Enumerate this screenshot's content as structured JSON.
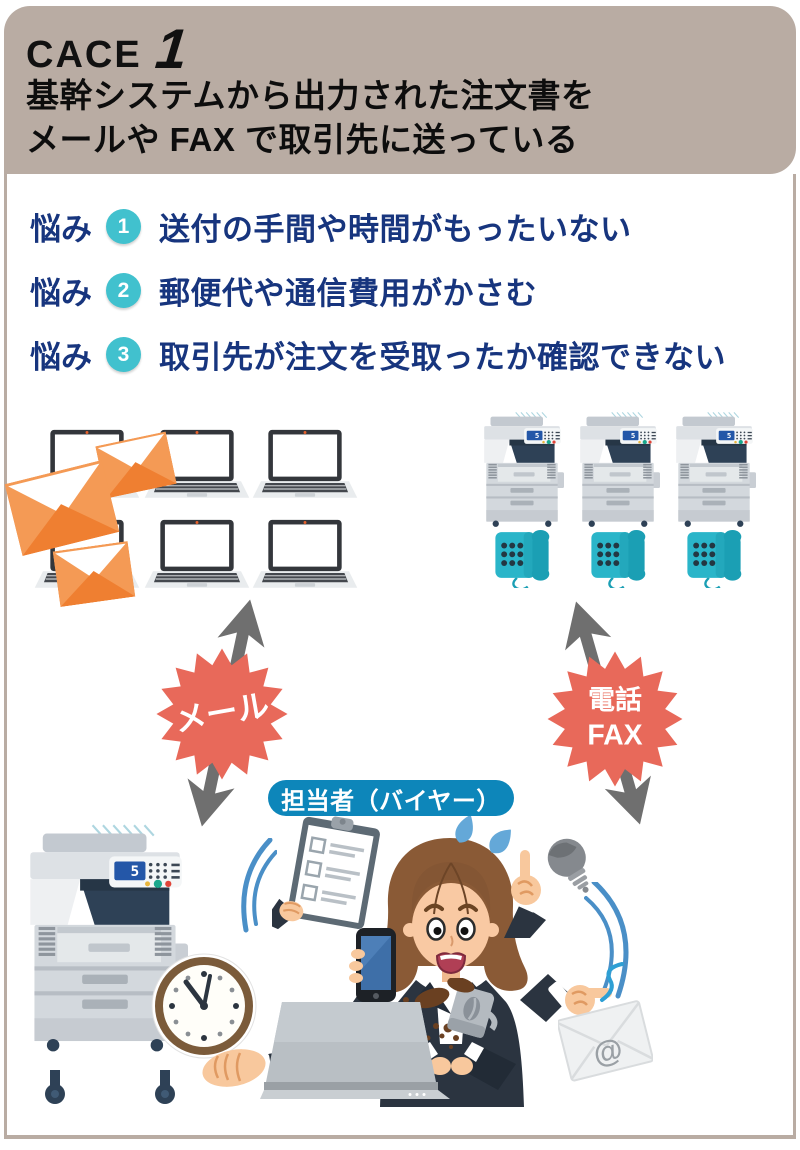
{
  "header": {
    "case_label": "CACE",
    "case_number": "1",
    "title_line1": "基幹システムから出力された注文書を",
    "title_line2": "メールや FAX で取引先に送っている"
  },
  "worries": [
    {
      "label": "悩み",
      "number": "1",
      "text": "送付の手間や時間がもったいない"
    },
    {
      "label": "悩み",
      "number": "2",
      "text": "郵便代や通信費用がかさむ"
    },
    {
      "label": "悩み",
      "number": "3",
      "text": "取引先が注文を受取ったか確認できない"
    }
  ],
  "diagram": {
    "mail_badge_label": "メール",
    "phone_badge_line1": "電話",
    "phone_badge_line2": "FAX",
    "person_banner_label": "担当者（バイヤー）",
    "copier_display_value": "5",
    "envelope_at_symbol": "@"
  },
  "colors": {
    "frame_tan": "#b9aca3",
    "headline_text": "#0d0d0d",
    "worry_navy": "#17357e",
    "worry_number_bg": "#41c1ce",
    "badge_red": "#e8695a",
    "banner_blue": "#0d86ba",
    "arrow_gray": "#6f6f6f",
    "envelope_orange": "#f49a55",
    "phone_teal": "#2ab5c9",
    "copier_navy": "#2e4156",
    "copier_gray": "#d3d8dd"
  }
}
